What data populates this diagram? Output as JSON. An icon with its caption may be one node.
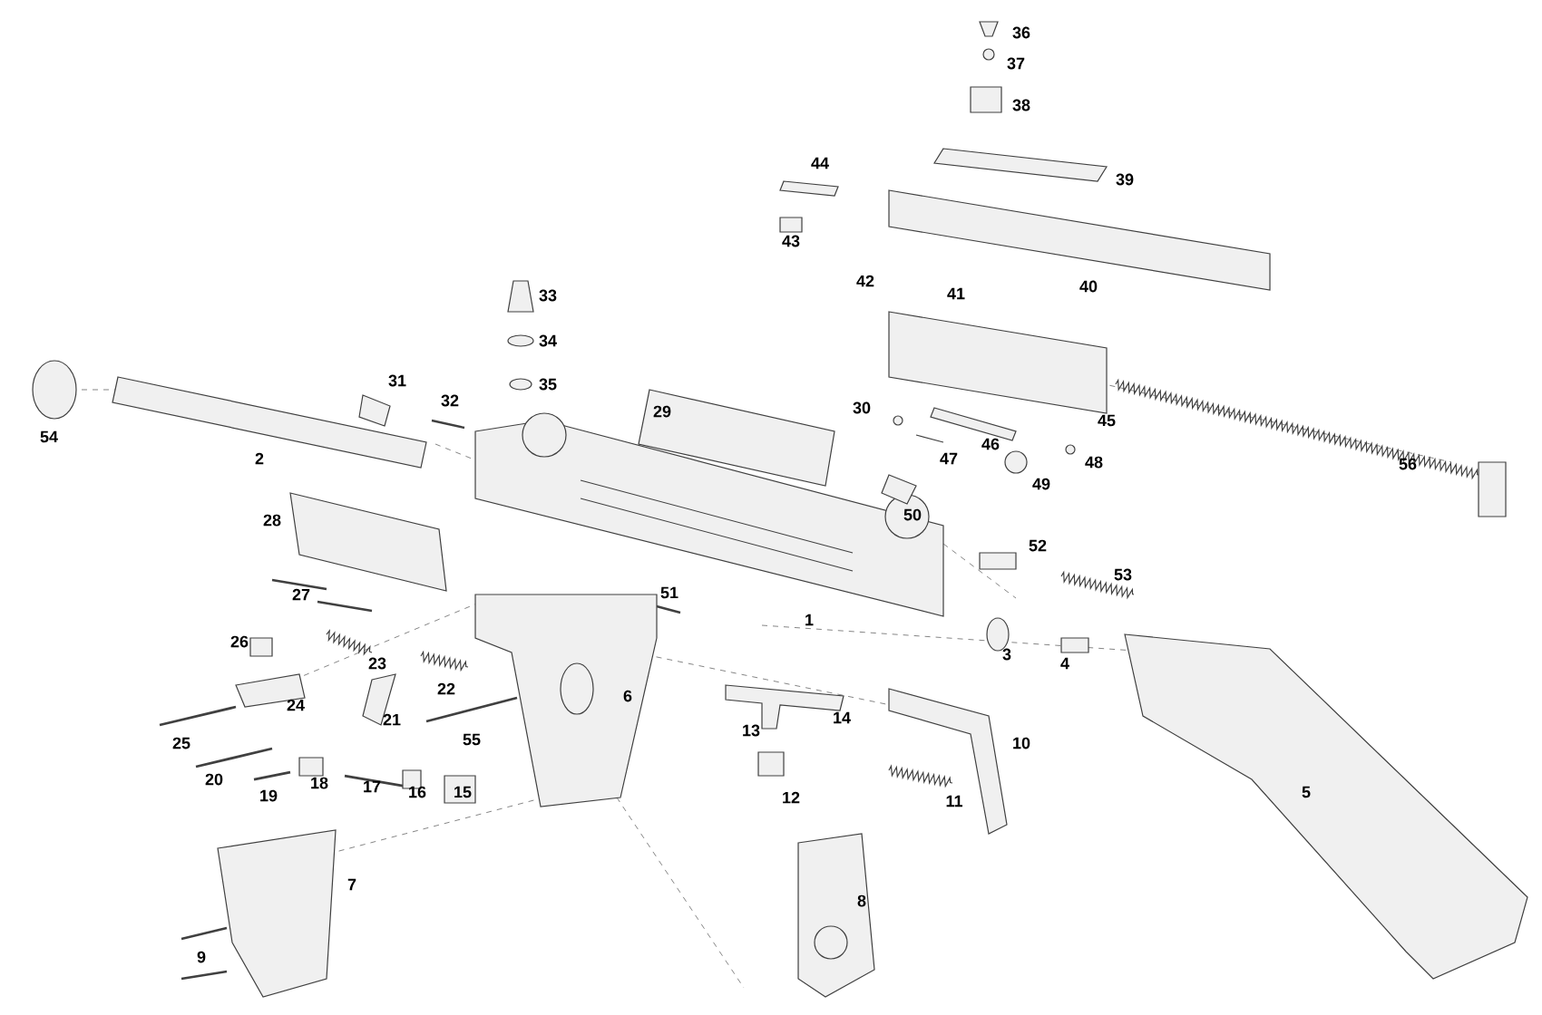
{
  "diagram": {
    "labels": [
      "36",
      "37",
      "38",
      "44",
      "39",
      "43",
      "42",
      "41",
      "40",
      "33",
      "34",
      "31",
      "32",
      "35",
      "54",
      "29",
      "30",
      "45",
      "2",
      "46",
      "47",
      "48",
      "49",
      "56",
      "50",
      "28",
      "52",
      "53",
      "27",
      "51",
      "1",
      "26",
      "23",
      "3",
      "4",
      "24",
      "22",
      "21",
      "6",
      "25",
      "55",
      "14",
      "13",
      "10",
      "20",
      "18",
      "19",
      "17",
      "16",
      "15",
      "12",
      "11",
      "5",
      "7",
      "9",
      "8"
    ]
  }
}
